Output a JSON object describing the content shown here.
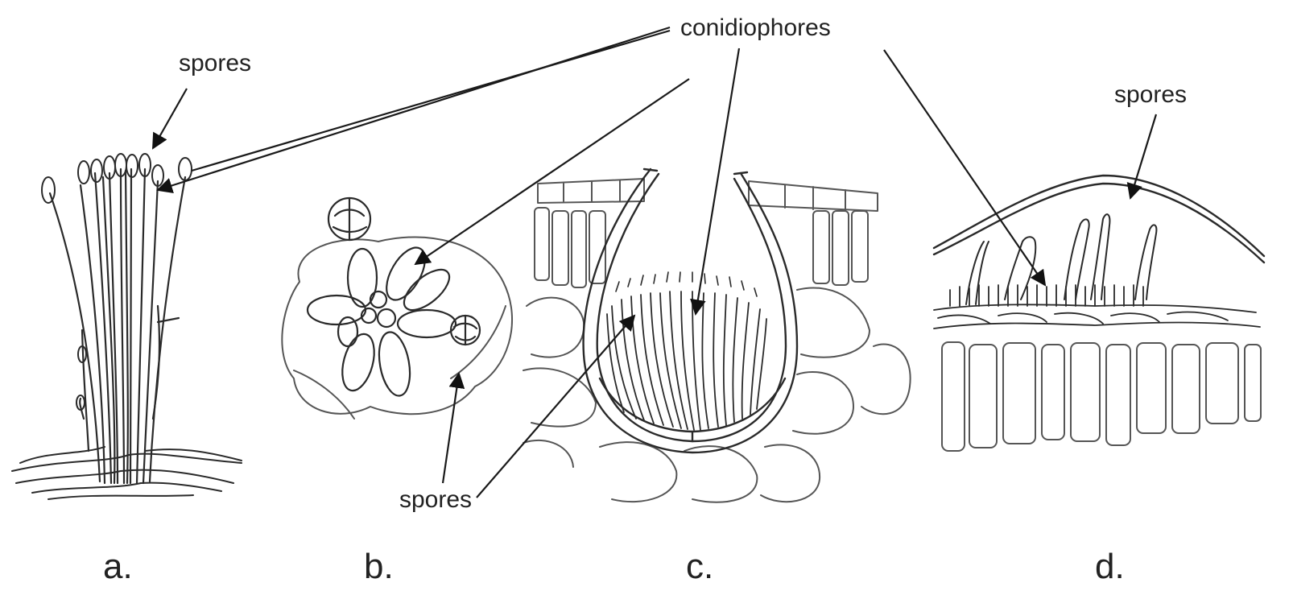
{
  "labels": {
    "conidiophores": "conidiophores",
    "spores_a": "spores",
    "spores_b_c": "spores",
    "spores_d": "spores"
  },
  "panels": {
    "a": "a.",
    "b": "b.",
    "c": "c.",
    "d": "d."
  }
}
